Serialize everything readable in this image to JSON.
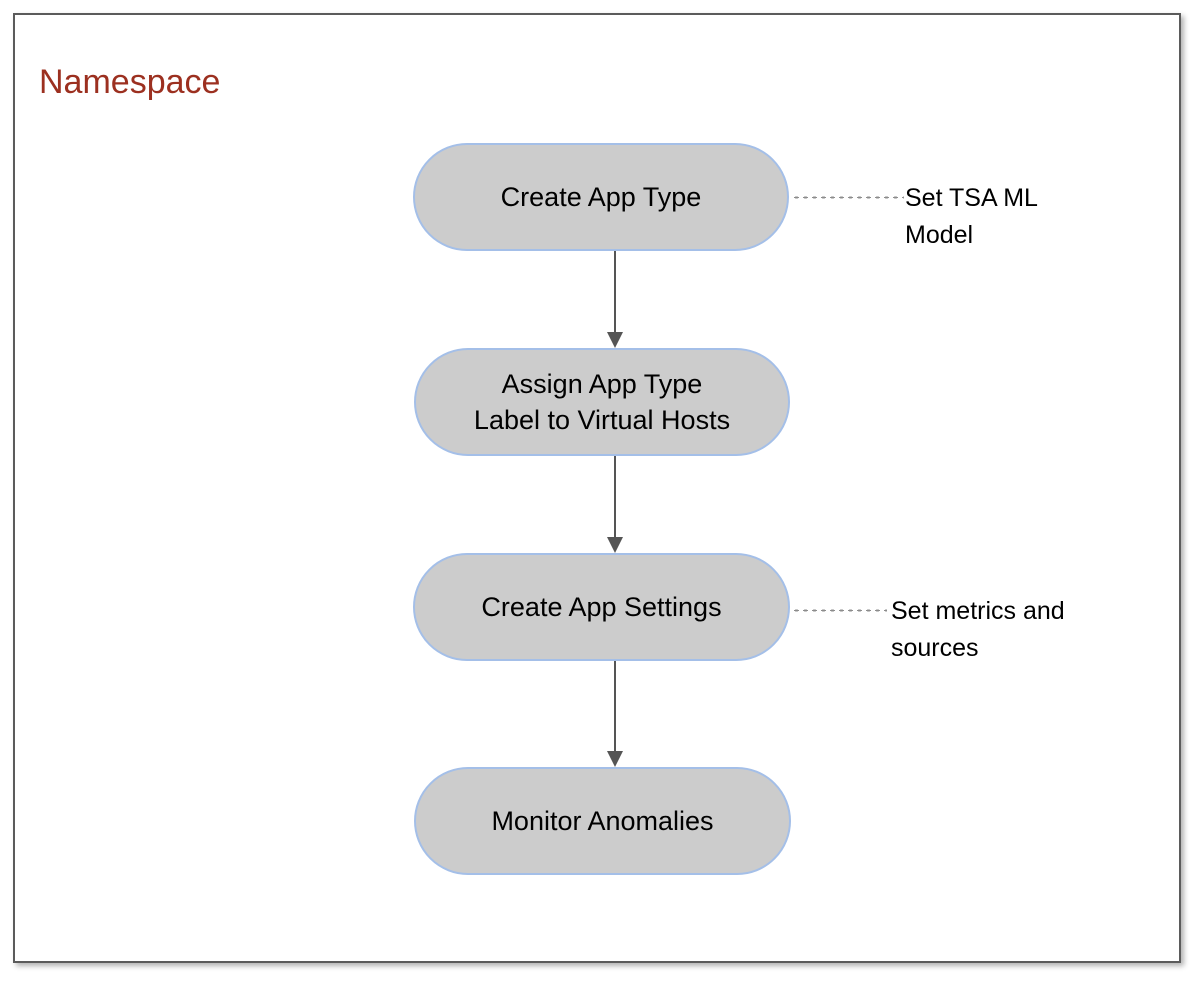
{
  "frame": {
    "title": "Namespace",
    "title_color": "#9c3020",
    "border_color": "#5b5b5b",
    "background": "#ffffff"
  },
  "theme": {
    "node_fill": "#cccccc",
    "node_border": "#a4bfe8",
    "arrow_color": "#555555",
    "dotted_color": "#8d8d8d",
    "text_color": "#000000"
  },
  "flow": {
    "nodes": [
      {
        "id": "create-app-type",
        "label": "Create App Type"
      },
      {
        "id": "assign-app-type",
        "label": "Assign App Type\nLabel to Virtual Hosts"
      },
      {
        "id": "create-app-settings",
        "label": "Create App Settings"
      },
      {
        "id": "monitor-anomalies",
        "label": "Monitor Anomalies"
      }
    ],
    "connectors": [
      {
        "id": "arrow-1",
        "from": "create-app-type",
        "to": "assign-app-type",
        "style": "solid-arrow"
      },
      {
        "id": "arrow-2",
        "from": "assign-app-type",
        "to": "create-app-settings",
        "style": "solid-arrow"
      },
      {
        "id": "arrow-3",
        "from": "create-app-settings",
        "to": "monitor-anomalies",
        "style": "solid-arrow"
      }
    ]
  },
  "annotations": [
    {
      "id": "tsa-model",
      "attached_to": "create-app-type",
      "text": "Set TSA ML\nModel",
      "style": "dotted"
    },
    {
      "id": "metrics",
      "attached_to": "create-app-settings",
      "text": "Set metrics and\nsources",
      "style": "dotted"
    }
  ]
}
